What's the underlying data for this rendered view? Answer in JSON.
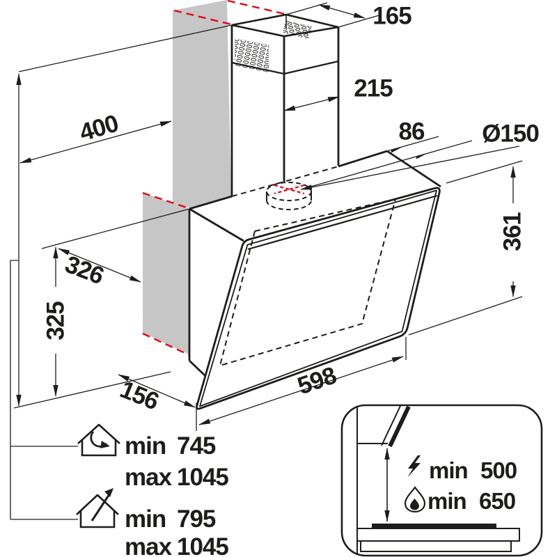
{
  "dimensions": {
    "chimney_top_depth": "165",
    "chimney_width": "215",
    "wall_clearance_width": "400",
    "duct_center_offset": "86",
    "duct_diameter": "Ø150",
    "front_glass_height": "361",
    "hood_top_depth": "326",
    "mounting_height": "325",
    "hood_bottom_depth": "156",
    "hood_width": "598"
  },
  "height_legend": {
    "recirculation": {
      "min_label": "min",
      "min_value": "745",
      "max_label": "max",
      "max_value": "1045"
    },
    "extraction": {
      "min_label": "min",
      "min_value": "795",
      "max_label": "max",
      "max_value": "1045"
    }
  },
  "clearance_inset": {
    "electric_label": "min",
    "electric_value": "500",
    "gas_label": "min",
    "gas_value": "650"
  },
  "colors": {
    "line": "#1d1d1b",
    "red": "#e30613",
    "wall_gray": "#c6c6c6",
    "background": "#ffffff"
  }
}
